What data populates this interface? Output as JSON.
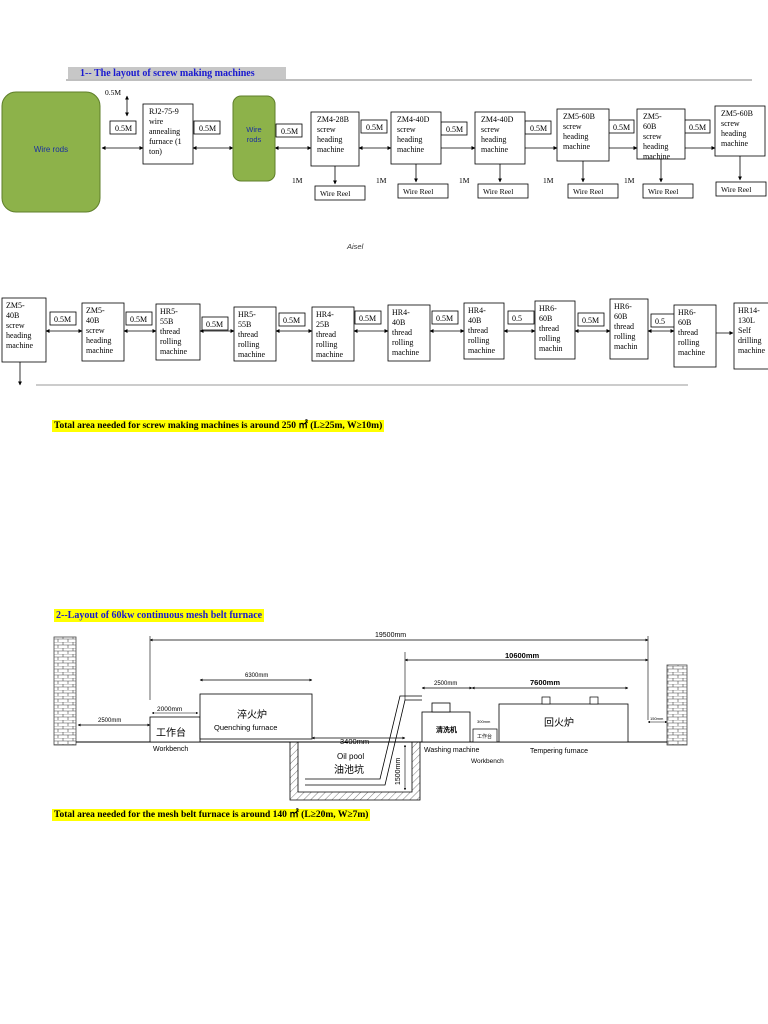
{
  "section1": {
    "title": "1-- The layout of screw making machines",
    "wire_rods": "Wire rods",
    "wire_rods_small": [
      "Wire",
      "rods"
    ],
    "top_gap": "0.5M",
    "spacing": "0.5M",
    "reel_gap": "1M",
    "wire_reel": "Wire Reel",
    "watermark": "Aisel",
    "row1_machines": [
      [
        "RJ2-75-9",
        "wire",
        "annealing",
        "furnace (1",
        "ton)"
      ],
      [
        "ZM4-28B",
        "screw",
        "heading",
        "machine"
      ],
      [
        "ZM4-40D",
        "screw",
        "heading",
        "machine"
      ],
      [
        "ZM4-40D",
        "screw",
        "heading",
        "machine"
      ],
      [
        "ZM5-60B",
        "screw",
        "heading",
        "machine"
      ],
      [
        "ZM5-",
        "60B",
        "screw",
        "heading",
        "machine"
      ],
      [
        "ZM5-60B",
        "screw",
        "heading",
        "machine"
      ]
    ],
    "row2_gaps": [
      "0.5M",
      "0.5M",
      "0.5M",
      "0.5M",
      "0.5M",
      "0.5M",
      "0.5",
      "0.5M",
      "0.5"
    ],
    "row2_machines": [
      [
        "ZM5-",
        "40B",
        "screw",
        "heading",
        "machine"
      ],
      [
        "ZM5-",
        "40B",
        "screw",
        "heading",
        "machine"
      ],
      [
        "HR5-",
        "55B",
        "thread",
        "rolling",
        "machine"
      ],
      [
        "HR5-",
        "55B",
        "thread",
        "rolling",
        "machine"
      ],
      [
        "HR4-",
        "25B",
        "thread",
        "rolling",
        "machine"
      ],
      [
        "HR4-",
        "40B",
        "thread",
        "rolling",
        "machine"
      ],
      [
        "HR4-",
        "40B",
        "thread",
        "rolling",
        "machine"
      ],
      [
        "HR6-",
        "60B",
        "thread",
        "rolling",
        "machin"
      ],
      [
        "HR6-",
        "60B",
        "thread",
        "rolling",
        "machin"
      ],
      [
        "HR6-",
        "60B",
        "thread",
        "rolling",
        "machine"
      ],
      [
        "HR14-",
        "130L",
        "Self",
        "drilling",
        "machine"
      ]
    ],
    "total_area": "Total area needed for screw making machines is around 250 ㎡ (L≥25m, W≥10m)"
  },
  "section2": {
    "title": "2--Layout of 60kw continuous mesh belt furnace",
    "dims": {
      "total": "19500mm",
      "right": "10600mm",
      "quench_len": "6300mm",
      "workbench_h": "2000mm",
      "left_gap": "2500mm",
      "wash_len": "2500mm",
      "temper_len": "7600mm",
      "pool_len": "3400mm",
      "pool_depth": "1500mm",
      "small_gap": "300mm",
      "right_gap": "150mm"
    },
    "labels": {
      "workbench_cn": "工作台",
      "workbench_en": "Workbench",
      "quench_cn": "淬火炉",
      "quench_en": "Quenching furnace",
      "oil_pool_en": "Oil pool",
      "oil_pool_cn": "油池坑",
      "washer_cn": "清洗机",
      "washer_en": "Washing machine",
      "small_bench_cn": "工作台",
      "small_bench_en": "Workbench",
      "temper_cn": "回火炉",
      "temper_en": "Tempering furnace"
    },
    "total_area": "Total area needed for the mesh belt furnace is around 140 ㎡ (L≥20m, W≥7m)"
  }
}
